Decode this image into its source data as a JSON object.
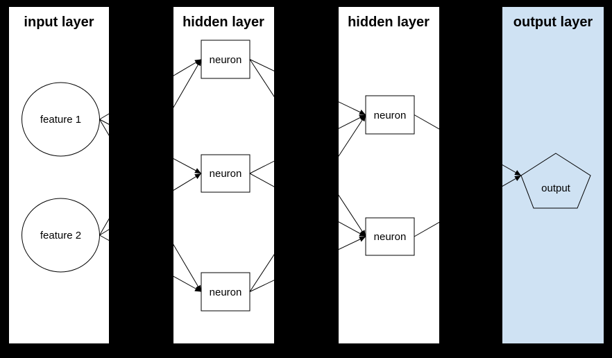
{
  "diagram": {
    "background_color": "#000000",
    "edge_color": "#000000",
    "layers": [
      {
        "title": "input layer",
        "background_color": "#ffffff",
        "nodes": [
          {
            "label": "feature 1",
            "shape": "circle"
          },
          {
            "label": "feature 2",
            "shape": "circle"
          }
        ]
      },
      {
        "title": "hidden layer",
        "background_color": "#ffffff",
        "nodes": [
          {
            "label": "neuron",
            "shape": "rectangle"
          },
          {
            "label": "neuron",
            "shape": "rectangle"
          },
          {
            "label": "neuron",
            "shape": "rectangle"
          }
        ]
      },
      {
        "title": "hidden layer",
        "background_color": "#ffffff",
        "nodes": [
          {
            "label": "neuron",
            "shape": "rectangle"
          },
          {
            "label": "neuron",
            "shape": "rectangle"
          }
        ]
      },
      {
        "title": "output layer",
        "background_color": "#cfe2f3",
        "nodes": [
          {
            "label": "output",
            "shape": "pentagon"
          }
        ]
      }
    ],
    "connections": [
      {
        "from": "input layer / feature 1",
        "to": "hidden layer 1 / neuron 1"
      },
      {
        "from": "input layer / feature 1",
        "to": "hidden layer 1 / neuron 2"
      },
      {
        "from": "input layer / feature 1",
        "to": "hidden layer 1 / neuron 3"
      },
      {
        "from": "input layer / feature 2",
        "to": "hidden layer 1 / neuron 1"
      },
      {
        "from": "input layer / feature 2",
        "to": "hidden layer 1 / neuron 2"
      },
      {
        "from": "input layer / feature 2",
        "to": "hidden layer 1 / neuron 3"
      },
      {
        "from": "hidden layer 1 / neuron 1",
        "to": "hidden layer 2 / neuron 1"
      },
      {
        "from": "hidden layer 1 / neuron 1",
        "to": "hidden layer 2 / neuron 2"
      },
      {
        "from": "hidden layer 1 / neuron 2",
        "to": "hidden layer 2 / neuron 1"
      },
      {
        "from": "hidden layer 1 / neuron 2",
        "to": "hidden layer 2 / neuron 2"
      },
      {
        "from": "hidden layer 1 / neuron 3",
        "to": "hidden layer 2 / neuron 1"
      },
      {
        "from": "hidden layer 1 / neuron 3",
        "to": "hidden layer 2 / neuron 2"
      },
      {
        "from": "hidden layer 2 / neuron 1",
        "to": "output layer / output"
      },
      {
        "from": "hidden layer 2 / neuron 2",
        "to": "output layer / output"
      }
    ]
  }
}
